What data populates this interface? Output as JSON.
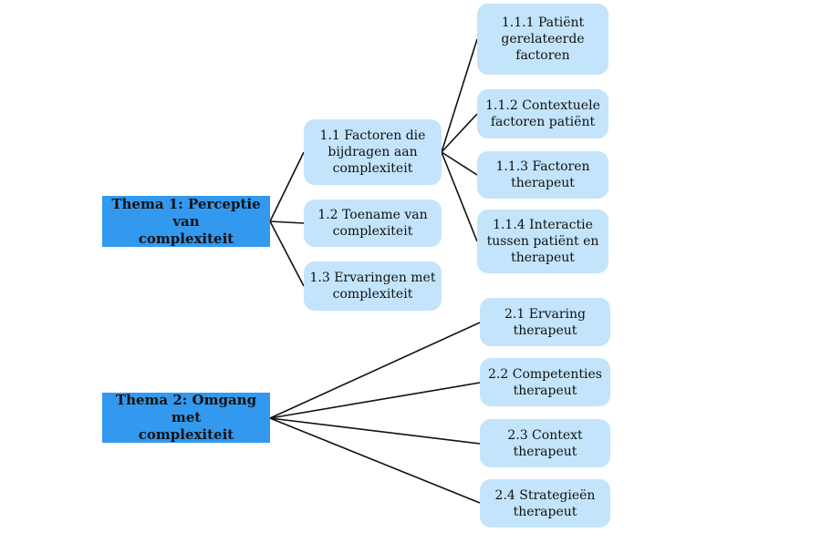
{
  "colors": {
    "theme": "#3399ee",
    "subtheme": "#c3e4fb",
    "line": "#111111"
  },
  "themes": [
    {
      "label": "Thema 1: Perceptie van\ncomplexiteit",
      "children": [
        {
          "label": "1.1 Factoren die\nbijdragen aan\ncomplexiteit",
          "children": [
            {
              "label": "1.1.1 Patiënt\ngerelateerde\nfactoren"
            },
            {
              "label": "1.1.2 Contextuele\nfactoren patiënt"
            },
            {
              "label": "1.1.3 Factoren\ntherapeut"
            },
            {
              "label": "1.1.4 Interactie\ntussen patiënt en\ntherapeut"
            }
          ]
        },
        {
          "label": "1.2 Toename van\ncomplexiteit"
        },
        {
          "label": "1.3 Ervaringen met\ncomplexiteit"
        }
      ]
    },
    {
      "label": "Thema 2: Omgang met\ncomplexiteit",
      "children": [
        {
          "label": "2.1 Ervaring\ntherapeut"
        },
        {
          "label": "2.2 Competenties\ntherapeut"
        },
        {
          "label": "2.3 Context\ntherapeut"
        },
        {
          "label": "2.4 Strategieën\ntherapeut"
        }
      ]
    }
  ]
}
